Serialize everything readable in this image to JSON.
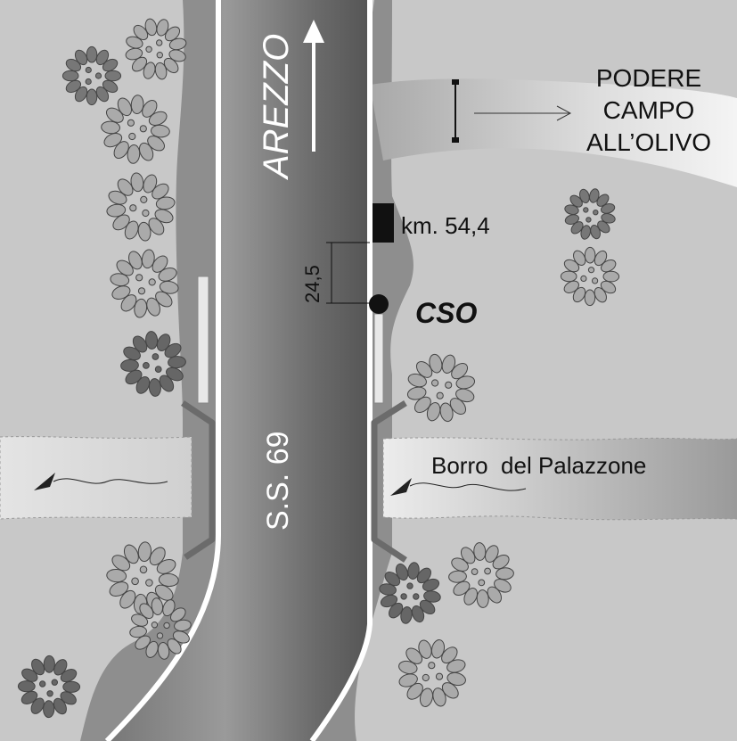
{
  "direction_label": "AREZZO",
  "road_label": "S.S. 69",
  "farm_label": {
    "line1": "PODERE",
    "line2": "CAMPO",
    "line3": "ALL’OLIVO"
  },
  "km_marker_label": "km. 54,4",
  "distance_label": "24,5",
  "point_label": "CSO",
  "stream_label": "Borro  del Palazzone",
  "colors": {
    "background": "#c8c8c8",
    "road_edge": "#ffffff",
    "road_dark": "#555555",
    "road_light": "#aaaaaa",
    "stream": "#e6e6e6",
    "bridge": "#6b6b6b",
    "bush_outline": "#555555"
  },
  "icons": {
    "direction": "arrow-up-icon",
    "marker": "km-marker-icon",
    "point": "filled-circle-icon",
    "flow": "flow-arrow-icon",
    "vegetation": "bush-icon"
  }
}
